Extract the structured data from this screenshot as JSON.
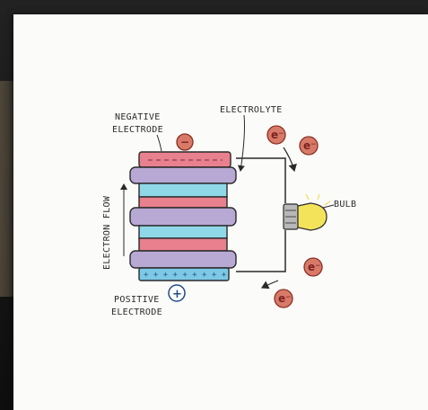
{
  "diagram": {
    "labels": {
      "negative_line1": "NEGATIVE",
      "negative_line2": "ELECTRODE",
      "electrolyte": "ELECTROLYTE",
      "bulb": "BULB",
      "electron_flow": "ELECTRON FLOW",
      "positive_line1": "POSITIVE",
      "positive_line2": "ELECTRODE"
    },
    "symbols": {
      "minus": "−",
      "plus": "+",
      "electron": "e⁻"
    },
    "colors": {
      "pink": "#e8808e",
      "purple": "#b7a8d4",
      "cyan": "#8fd8e8",
      "blue_plate": "#7cc8e6",
      "electron_fill": "#d87a68",
      "electron_stroke": "#8a2f24",
      "bulb_yellow": "#f3e35a",
      "bulb_base": "#b8b8b8",
      "ink": "#2a2a2a"
    }
  }
}
